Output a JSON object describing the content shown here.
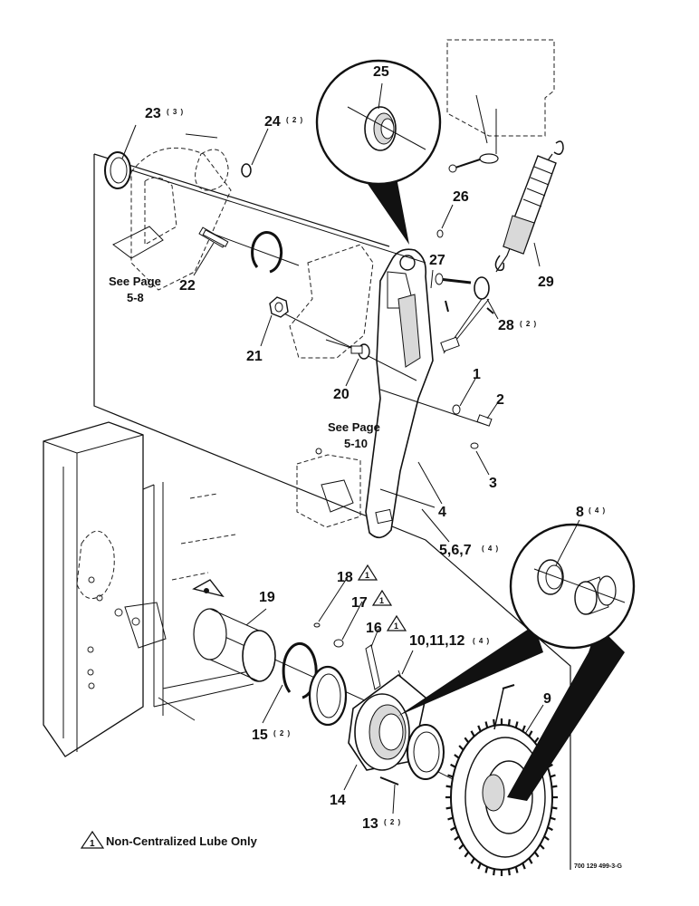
{
  "callouts": {
    "p1": "1",
    "p2": "2",
    "p3": "3",
    "p4": "4",
    "p5_7": "5,6,7",
    "p5_7_qty": "( 4 )",
    "p8": "8",
    "p8_qty": "( 4 )",
    "p9": "9",
    "p10_12": "10,11,12",
    "p10_12_qty": "( 4 )",
    "p13": "13",
    "p13_qty": "( 2 )",
    "p14": "14",
    "p15": "15",
    "p15_qty": "( 2 )",
    "p16": "16",
    "p17": "17",
    "p18": "18",
    "p19": "19",
    "p20": "20",
    "p21": "21",
    "p22": "22",
    "p23": "23",
    "p23_qty": "( 3 )",
    "p24": "24",
    "p24_qty": "( 2 )",
    "p25": "25",
    "p26": "26",
    "p27": "27",
    "p28": "28",
    "p28_qty": "( 2 )",
    "p29": "29"
  },
  "references": {
    "ref_a_line1": "See Page",
    "ref_a_line2": "5-8",
    "ref_b_line1": "See Page",
    "ref_b_line2": "5-10"
  },
  "note": {
    "symbol": "1",
    "text": "Non-Centralized Lube Only"
  },
  "drawing_code": "700 129 499-3-G"
}
